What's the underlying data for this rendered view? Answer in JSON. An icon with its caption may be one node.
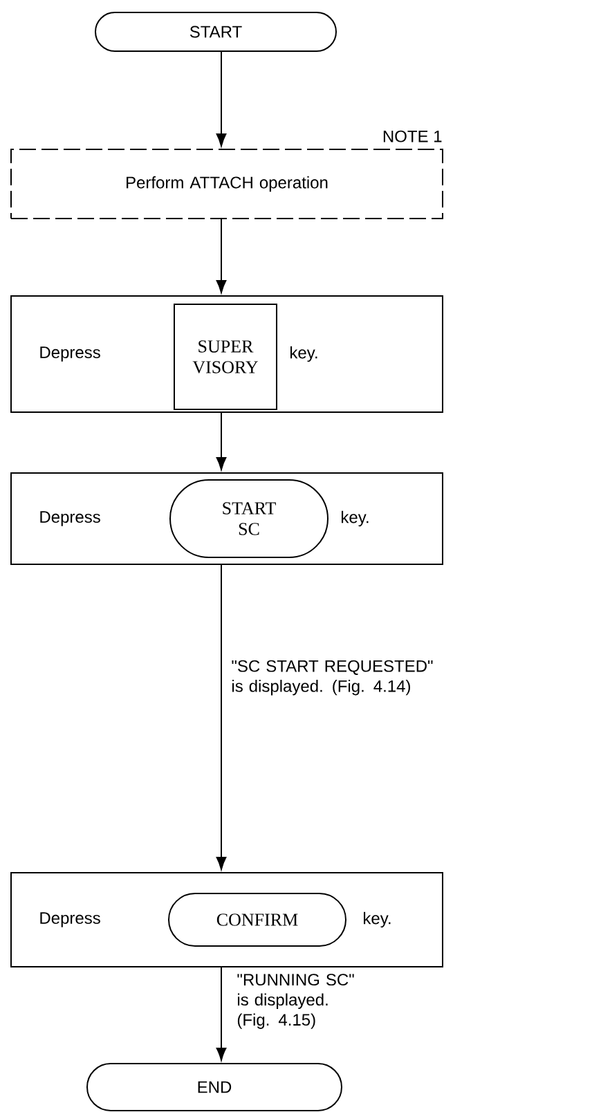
{
  "diagram": {
    "nodes": [
      {
        "text": [
          "START"
        ]
      },
      {
        "text": [
          "Perform ATTACH operation"
        ],
        "beside": [
          "NOTE 1"
        ]
      },
      {
        "text": [
          "Depress",
          "key."
        ]
      },
      {
        "text": [
          "SUPER VISORY"
        ],
        "in": 2
      },
      {
        "text": [
          "Depress",
          "key."
        ]
      },
      {
        "text": [
          "START SC"
        ],
        "in": 4
      },
      {
        "text": [
          "Depress",
          "key."
        ]
      },
      {
        "text": [
          "CONFIRM"
        ],
        "in": 6
      },
      {
        "text": [
          "END"
        ]
      }
    ],
    "edges": [
      {
        "from": 0,
        "to": 1,
        "arrow": "to"
      },
      {
        "from": 1,
        "to": 2,
        "arrow": "to"
      },
      {
        "from": 2,
        "to": 4,
        "arrow": "to"
      },
      {
        "from": 4,
        "to": 6,
        "arrow": "to",
        "label": "\"SC START REQUESTED\" is displayed. (Fig. 4.14)"
      },
      {
        "from": 6,
        "to": 8,
        "arrow": "to",
        "label": "\"RUNNING SC\" is displayed. (Fig. 4.15)"
      }
    ]
  }
}
